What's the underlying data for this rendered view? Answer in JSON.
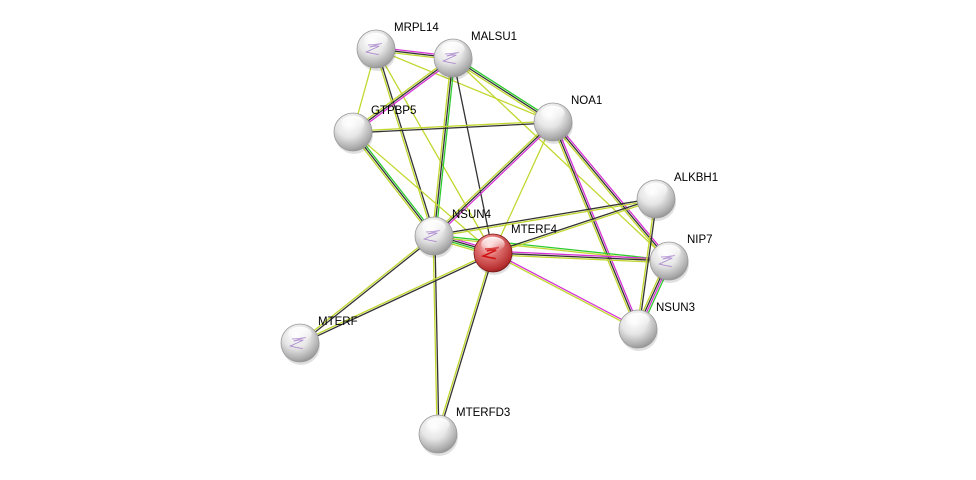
{
  "title": "Protein interaction network",
  "colors": {
    "edge_black": "#333333",
    "edge_yellow": "#c2d72f",
    "edge_green": "#2ecc2e",
    "edge_magenta": "#d633d6",
    "node_query": "#d94c4c",
    "node_default": "#d8d8d8"
  },
  "nodes": [
    {
      "id": "MRPL14",
      "label": "MRPL14",
      "query": false,
      "structure": true
    },
    {
      "id": "MALSU1",
      "label": "MALSU1",
      "query": false,
      "structure": true
    },
    {
      "id": "GTPBP5",
      "label": "GTPBP5",
      "query": false,
      "structure": false
    },
    {
      "id": "NOA1",
      "label": "NOA1",
      "query": false,
      "structure": false
    },
    {
      "id": "ALKBH1",
      "label": "ALKBH1",
      "query": false,
      "structure": false
    },
    {
      "id": "NSUN4",
      "label": "NSUN4",
      "query": false,
      "structure": true
    },
    {
      "id": "MTERF4",
      "label": "MTERF4",
      "query": true,
      "structure": true
    },
    {
      "id": "NIP7",
      "label": "NIP7",
      "query": false,
      "structure": true
    },
    {
      "id": "NSUN3",
      "label": "NSUN3",
      "query": false,
      "structure": false
    },
    {
      "id": "MTERF",
      "label": "MTERF",
      "query": false,
      "structure": true
    },
    {
      "id": "MTERFD3",
      "label": "MTERFD3",
      "query": false,
      "structure": false
    }
  ],
  "edges": [
    {
      "a": "MRPL14",
      "b": "MALSU1",
      "types": [
        "magenta",
        "black",
        "yellow"
      ]
    },
    {
      "a": "MRPL14",
      "b": "GTPBP5",
      "types": [
        "yellow"
      ]
    },
    {
      "a": "MRPL14",
      "b": "NSUN4",
      "types": [
        "black",
        "yellow"
      ]
    },
    {
      "a": "MRPL14",
      "b": "NOA1",
      "types": [
        "yellow"
      ]
    },
    {
      "a": "MRPL14",
      "b": "MTERF4",
      "types": [
        "yellow"
      ]
    },
    {
      "a": "MALSU1",
      "b": "GTPBP5",
      "types": [
        "magenta",
        "black",
        "yellow"
      ]
    },
    {
      "a": "MALSU1",
      "b": "NOA1",
      "types": [
        "green",
        "black",
        "yellow"
      ]
    },
    {
      "a": "MALSU1",
      "b": "NSUN4",
      "types": [
        "green",
        "black",
        "yellow"
      ]
    },
    {
      "a": "MALSU1",
      "b": "MTERF4",
      "types": [
        "black"
      ]
    },
    {
      "a": "MALSU1",
      "b": "NIP7",
      "types": [
        "yellow"
      ]
    },
    {
      "a": "GTPBP5",
      "b": "NOA1",
      "types": [
        "yellow",
        "black"
      ]
    },
    {
      "a": "GTPBP5",
      "b": "NSUN4",
      "types": [
        "green",
        "black",
        "yellow"
      ]
    },
    {
      "a": "GTPBP5",
      "b": "MTERF4",
      "types": [
        "yellow"
      ]
    },
    {
      "a": "NOA1",
      "b": "NSUN4",
      "types": [
        "magenta",
        "black",
        "yellow"
      ]
    },
    {
      "a": "NOA1",
      "b": "MTERF4",
      "types": [
        "yellow"
      ]
    },
    {
      "a": "NOA1",
      "b": "NIP7",
      "types": [
        "magenta",
        "black",
        "yellow"
      ]
    },
    {
      "a": "NOA1",
      "b": "NSUN3",
      "types": [
        "magenta",
        "black",
        "yellow"
      ]
    },
    {
      "a": "NSUN4",
      "b": "MTERF4",
      "types": [
        "magenta",
        "black",
        "green",
        "yellow"
      ]
    },
    {
      "a": "NSUN4",
      "b": "ALKBH1",
      "types": [
        "black",
        "yellow"
      ]
    },
    {
      "a": "NSUN4",
      "b": "NIP7",
      "types": [
        "green",
        "yellow"
      ]
    },
    {
      "a": "NSUN4",
      "b": "MTERF",
      "types": [
        "black",
        "yellow"
      ]
    },
    {
      "a": "NSUN4",
      "b": "MTERFD3",
      "types": [
        "black",
        "yellow"
      ]
    },
    {
      "a": "MTERF4",
      "b": "ALKBH1",
      "types": [
        "black",
        "yellow"
      ]
    },
    {
      "a": "MTERF4",
      "b": "NIP7",
      "types": [
        "magenta",
        "black",
        "yellow"
      ]
    },
    {
      "a": "MTERF4",
      "b": "NSUN3",
      "types": [
        "magenta",
        "yellow"
      ]
    },
    {
      "a": "MTERF4",
      "b": "MTERF",
      "types": [
        "black",
        "yellow"
      ]
    },
    {
      "a": "MTERF4",
      "b": "MTERFD3",
      "types": [
        "black",
        "yellow"
      ]
    },
    {
      "a": "ALKBH1",
      "b": "NSUN3",
      "types": [
        "black",
        "yellow"
      ]
    },
    {
      "a": "NIP7",
      "b": "NSUN3",
      "types": [
        "green",
        "magenta",
        "black",
        "yellow"
      ]
    }
  ]
}
